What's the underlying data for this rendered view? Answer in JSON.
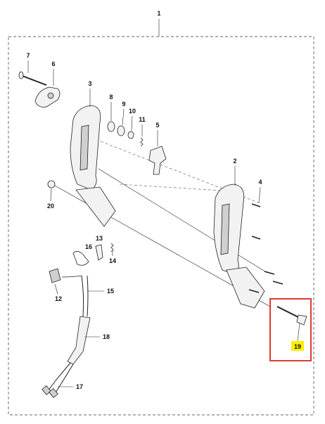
{
  "diagram": {
    "top_label": "1",
    "parts": [
      {
        "id": "p7",
        "label": "7"
      },
      {
        "id": "p6",
        "label": "6"
      },
      {
        "id": "p3",
        "label": "3"
      },
      {
        "id": "p8",
        "label": "8"
      },
      {
        "id": "p9",
        "label": "9"
      },
      {
        "id": "p10",
        "label": "10"
      },
      {
        "id": "p11",
        "label": "11"
      },
      {
        "id": "p5",
        "label": "5"
      },
      {
        "id": "p2",
        "label": "2"
      },
      {
        "id": "p4",
        "label": "4"
      },
      {
        "id": "p20",
        "label": "20"
      },
      {
        "id": "p13",
        "label": "13"
      },
      {
        "id": "p16",
        "label": "16"
      },
      {
        "id": "p14",
        "label": "14"
      },
      {
        "id": "p15",
        "label": "15"
      },
      {
        "id": "p12",
        "label": "12"
      },
      {
        "id": "p18",
        "label": "18"
      },
      {
        "id": "p17",
        "label": "17"
      }
    ],
    "highlight": {
      "label": "19",
      "highlight_color": "#ffee00",
      "box_color": "#e03a2f"
    }
  }
}
